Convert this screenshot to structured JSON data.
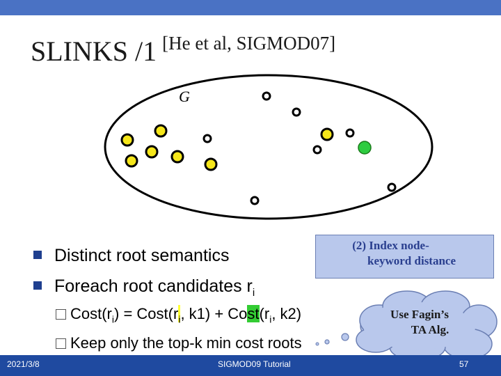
{
  "slide": {
    "title": "SLINKS /1",
    "citation": "[He et al, SIGMOD07]",
    "graph_label": "G",
    "node_colors": {
      "keyword_a": "#f5e61a",
      "keyword_b": "#2ecc40",
      "plain": "#ffffff"
    }
  },
  "bullets": [
    {
      "text": "Distinct root semantics"
    },
    {
      "text": "Foreach root candidates r",
      "sub": "i"
    }
  ],
  "sub_bullets": {
    "cost": {
      "prefix": "Cost(r",
      "sub1": "i",
      "mid1": ") = Cost(r",
      "sub2": "i",
      "mid2": ", k1) + Co",
      "green": "st",
      "mid3": "(r",
      "sub3": "i",
      "suffix": ", k2)"
    },
    "keep": {
      "text": "Keep only the top-k min cost roots"
    }
  },
  "callout": {
    "line1": "(2) Index node-",
    "line2": "keyword distance"
  },
  "cloud": {
    "line1": "Use Fagin’s",
    "line2": "TA Alg."
  },
  "footer": {
    "date": "2021/3/8",
    "title": "SIGMOD09 Tutorial",
    "page": "57"
  }
}
